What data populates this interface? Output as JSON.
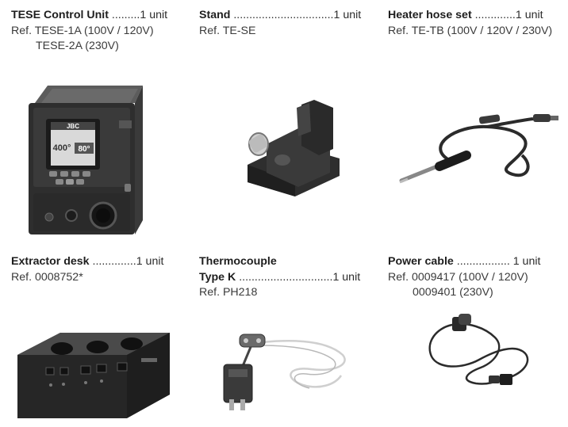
{
  "items": [
    {
      "name": "TESE Control Unit",
      "dots": " .........",
      "qty": "1 unit",
      "ref_lines": [
        "Ref. TESE-1A (100V / 120V)",
        "TESE-2A (230V)"
      ],
      "image_icon": "control-unit-photo",
      "screen_brand": "JBC",
      "screen_values": [
        "400°",
        "80°"
      ]
    },
    {
      "name": "Stand",
      "dots": " ................................",
      "qty": "1 unit",
      "ref_lines": [
        "Ref. TE-SE"
      ],
      "image_icon": "stand-photo"
    },
    {
      "name": "Heater hose set",
      "dots": " .............",
      "qty": "1 unit",
      "ref_lines": [
        "Ref. TE-TB (100V / 120V / 230V)"
      ],
      "image_icon": "heater-hose-photo"
    },
    {
      "name": "Extractor desk",
      "dots": " ..............",
      "qty": "1 unit",
      "ref_lines": [
        "Ref. 0008752*"
      ],
      "image_icon": "extractor-desk-photo"
    },
    {
      "name_line1": "Thermocouple",
      "name": "Type K",
      "dots": " ..............................",
      "qty": "1 unit",
      "ref_lines": [
        "Ref. PH218"
      ],
      "image_icon": "thermocouple-photo"
    },
    {
      "name": "Power cable",
      "dots": " ................. ",
      "qty": "1 unit",
      "ref_lines": [
        "Ref. 0009417 (100V / 120V)",
        "0009401 (230V)"
      ],
      "image_icon": "power-cable-photo"
    }
  ]
}
